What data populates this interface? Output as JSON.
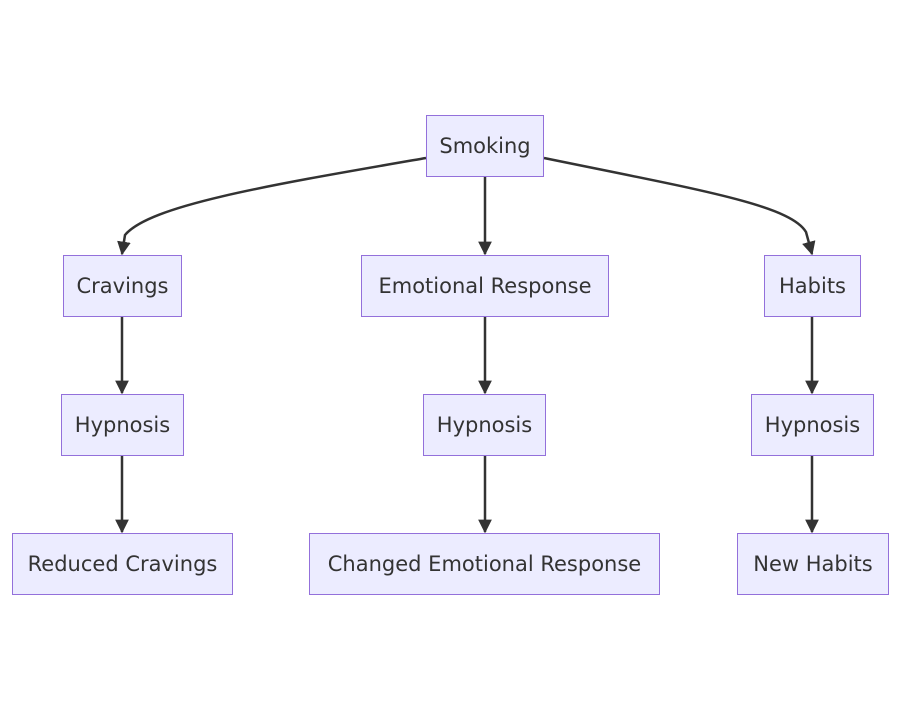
{
  "nodes": {
    "smoking": "Smoking",
    "cravings": "Cravings",
    "emotional_response": "Emotional Response",
    "habits": "Habits",
    "hypnosis_1": "Hypnosis",
    "hypnosis_2": "Hypnosis",
    "hypnosis_3": "Hypnosis",
    "reduced_cravings": "Reduced Cravings",
    "changed_emotional_response": "Changed Emotional Response",
    "new_habits": "New Habits"
  },
  "edges": [
    {
      "from": "smoking",
      "to": "cravings"
    },
    {
      "from": "smoking",
      "to": "emotional_response"
    },
    {
      "from": "smoking",
      "to": "habits"
    },
    {
      "from": "cravings",
      "to": "hypnosis_1"
    },
    {
      "from": "emotional_response",
      "to": "hypnosis_2"
    },
    {
      "from": "habits",
      "to": "hypnosis_3"
    },
    {
      "from": "hypnosis_1",
      "to": "reduced_cravings"
    },
    {
      "from": "hypnosis_2",
      "to": "changed_emotional_response"
    },
    {
      "from": "hypnosis_3",
      "to": "new_habits"
    }
  ],
  "colors": {
    "node_fill": "#ececff",
    "node_border": "#9370db",
    "text": "#333333",
    "edge": "#333333",
    "background": "#ffffff"
  }
}
